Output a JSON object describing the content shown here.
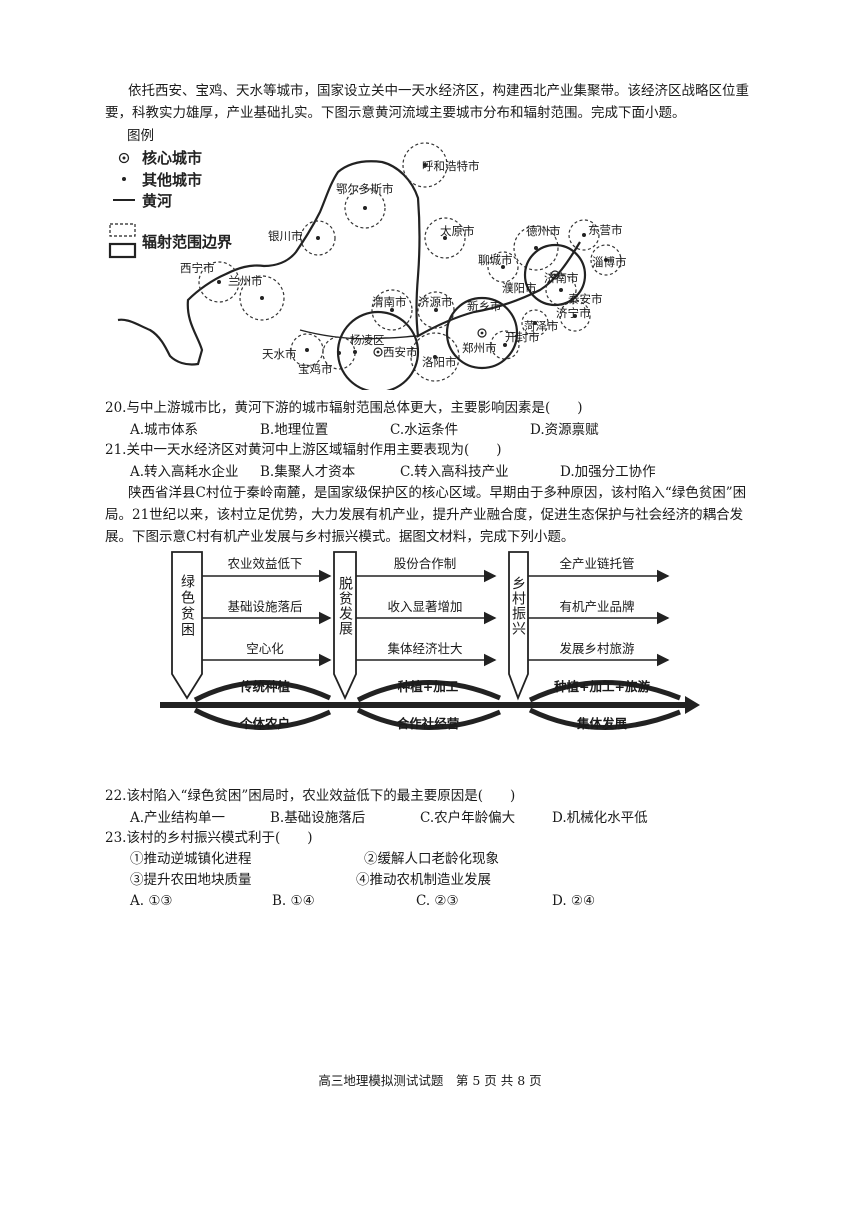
{
  "intro1": "依托西安、宝鸡、天水等城市，国家设立关中一天水经济区，构建西北产业集聚带。该经济区战略区位重要，科教实力雄厚，产业基础扎实。下图示意黄河流域主要城市分布和辐射范围。完成下面小题。",
  "map": {
    "legend_title": "图例",
    "legend": [
      "核心城市",
      "其他城市",
      "黄河",
      "辐射范围边界"
    ],
    "cities": [
      "呼和浩特市",
      "鄂尔多斯市",
      "银川市",
      "太原市",
      "德州市",
      "东营市",
      "淄博市",
      "聊城市",
      "济南市",
      "泰安市",
      "濮阳市",
      "济宁市",
      "菏泽市",
      "新乡市",
      "济源市",
      "渭南市",
      "郑州市",
      "开封市",
      "西宁市",
      "兰州市",
      "天水市",
      "杨凌区",
      "西安市",
      "洛阳市",
      "宝鸡市"
    ]
  },
  "q20": {
    "stem": "20.与中上游城市比，黄河下游的城市辐射范围总体更大，主要影响因素是(　　)",
    "options": [
      "A.城市体系",
      "B.地理位置",
      "C.水运条件",
      "D.资源禀赋"
    ]
  },
  "q21": {
    "stem": "21.关中一天水经济区对黄河中上游区域辐射作用主要表现为(　　)",
    "options": [
      "A.转入高耗水企业",
      "B.集聚人才资本",
      "C.转入高科技产业",
      "D.加强分工协作"
    ]
  },
  "intro2": "陕西省洋县C村位于秦岭南麓，是国家级保护区的核心区域。早期由于多种原因，该村陷入“绿色贫困”困局。21世纪以来，该村立足优势，大力发展有机产业，提升产业融合度，促进生态保护与社会经济的耦合发展。下图示意C村有机产业发展与乡村振兴模式。据图文材料，完成下列小题。",
  "flow": {
    "stages": [
      "绿色贫困",
      "脱贫发展",
      "乡村振兴"
    ],
    "col1": [
      "农业效益低下",
      "基础设施落后",
      "空心化"
    ],
    "col2": [
      "股份合作制",
      "收入显著增加",
      "集体经济壮大"
    ],
    "col3": [
      "全产业链托管",
      "有机产业品牌",
      "发展乡村旅游"
    ],
    "upper": [
      "传统种植",
      "种植+加工",
      "种植+加工+旅游"
    ],
    "lower": [
      "个体农户",
      "合作社经营",
      "集体发展"
    ]
  },
  "q22": {
    "stem": "22.该村陷入“绿色贫困”困局时，农业效益低下的最主要原因是(　　)",
    "options": [
      "A.产业结构单一",
      "B.基础设施落后",
      "C.农户年龄偏大",
      "D.机械化水平低"
    ]
  },
  "q23": {
    "stem": "23.该村的乡村振兴模式利于(　　)",
    "items": [
      "①推动逆城镇化进程",
      "②缓解人口老龄化现象",
      "③提升农田地块质量",
      "④推动农机制造业发展"
    ],
    "options": [
      "A. ①③",
      "B. ①④",
      "C. ②③",
      "D. ②④"
    ]
  },
  "footer": "高三地理模拟测试试题　第 5 页 共 8 页"
}
